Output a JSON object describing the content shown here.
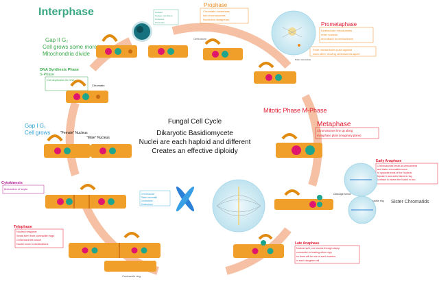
{
  "title": "Interphase",
  "center": {
    "line1": "Fungal Cell Cycle",
    "line2": "Dikaryotic Basidiomycete",
    "line3": "Nuclei are each haploid and different",
    "line4": "Creates an effective diploidy"
  },
  "gap2": {
    "line1": "Gap II G₂",
    "line2": "Cell grows some more",
    "line3": "Mitochondria divide"
  },
  "synthesis": {
    "line1": "DNA Synthesis Phase",
    "line2": "S-Phase",
    "note": "Cell duplicates its DNA"
  },
  "gap1": {
    "line1": "Gap I G₁",
    "line2": "Cell grows"
  },
  "female_nucleus": "\"Female\" Nucleus",
  "male_nucleus": "\"Male\" Nucleus",
  "chromatin": "Chromatin",
  "cytokinesis": {
    "title": "Cytokinesis",
    "note": "Maturation of septa"
  },
  "telophase": {
    "title": "Telophase",
    "notes": [
      "Nucleoli reappear",
      "Septa form from contractile rings",
      "Chromosomes uncoil",
      "Nuclei move to destinations"
    ]
  },
  "contractile_ring": "Contractile ring",
  "prophase": {
    "title": "Prophase",
    "notes": [
      "Chromatin condenses",
      "into chromosomes",
      "Nucleolus disappears"
    ]
  },
  "nucleus_labels": [
    "Nucleus",
    "Nuclear membrane",
    "Nucleolus",
    "Chromatin"
  ],
  "centrosome": "Centrosome",
  "prometaphase": {
    "title": "Prometaphase",
    "notes": [
      "Kinetochore microtubules",
      "enter nucleus,",
      "and attach to kinetochores"
    ],
    "polar_note": [
      "Polar microtubules push against",
      "each other, moving centrosomes apart"
    ],
    "polar_label": "Polar microtubule"
  },
  "mitotic_phase": "Mitotic Phase M-Phase",
  "metaphase": {
    "title": "Metaphase",
    "notes": [
      "Chromosomes line up along",
      "metaphase plate (imaginary plane)"
    ]
  },
  "chromosome_labels": [
    "Chromosome",
    "Sister chromatid",
    "Centromere",
    "Kinetochore"
  ],
  "early_anaphase": {
    "title": "Early Anaphase",
    "notes": [
      "Chromosomes break at centromeres",
      "and sister chromatids move",
      "to opposite ends of the Nucleus",
      "Myosin II and actin filament ring",
      "contract to cleave the Nuclei in two"
    ]
  },
  "cleavage_furrow": "Cleavage furrow",
  "contractile_ring2": "Contractile ring",
  "sister_chromatids": "Sister Chromatids",
  "late_anaphase": {
    "title": "Late Anaphase",
    "notes": [
      "Nuclear split, one moves through clamp",
      "connection to leading other copy",
      "so there will be one of each nucleus",
      "in each daughter cell"
    ]
  },
  "colors": {
    "hypha": "#f0a02a",
    "hypha_dark": "#e08a10",
    "ring": "#f5c0a4",
    "female": "#e0156e",
    "male": "#1ea58d",
    "interphase": "#3aa882",
    "gap1": "#2a9fd6",
    "synthesis": "#3aa84a",
    "mitotic": "#e0182e",
    "prophase": "#f08a1e",
    "cyto": "#b41e96"
  }
}
